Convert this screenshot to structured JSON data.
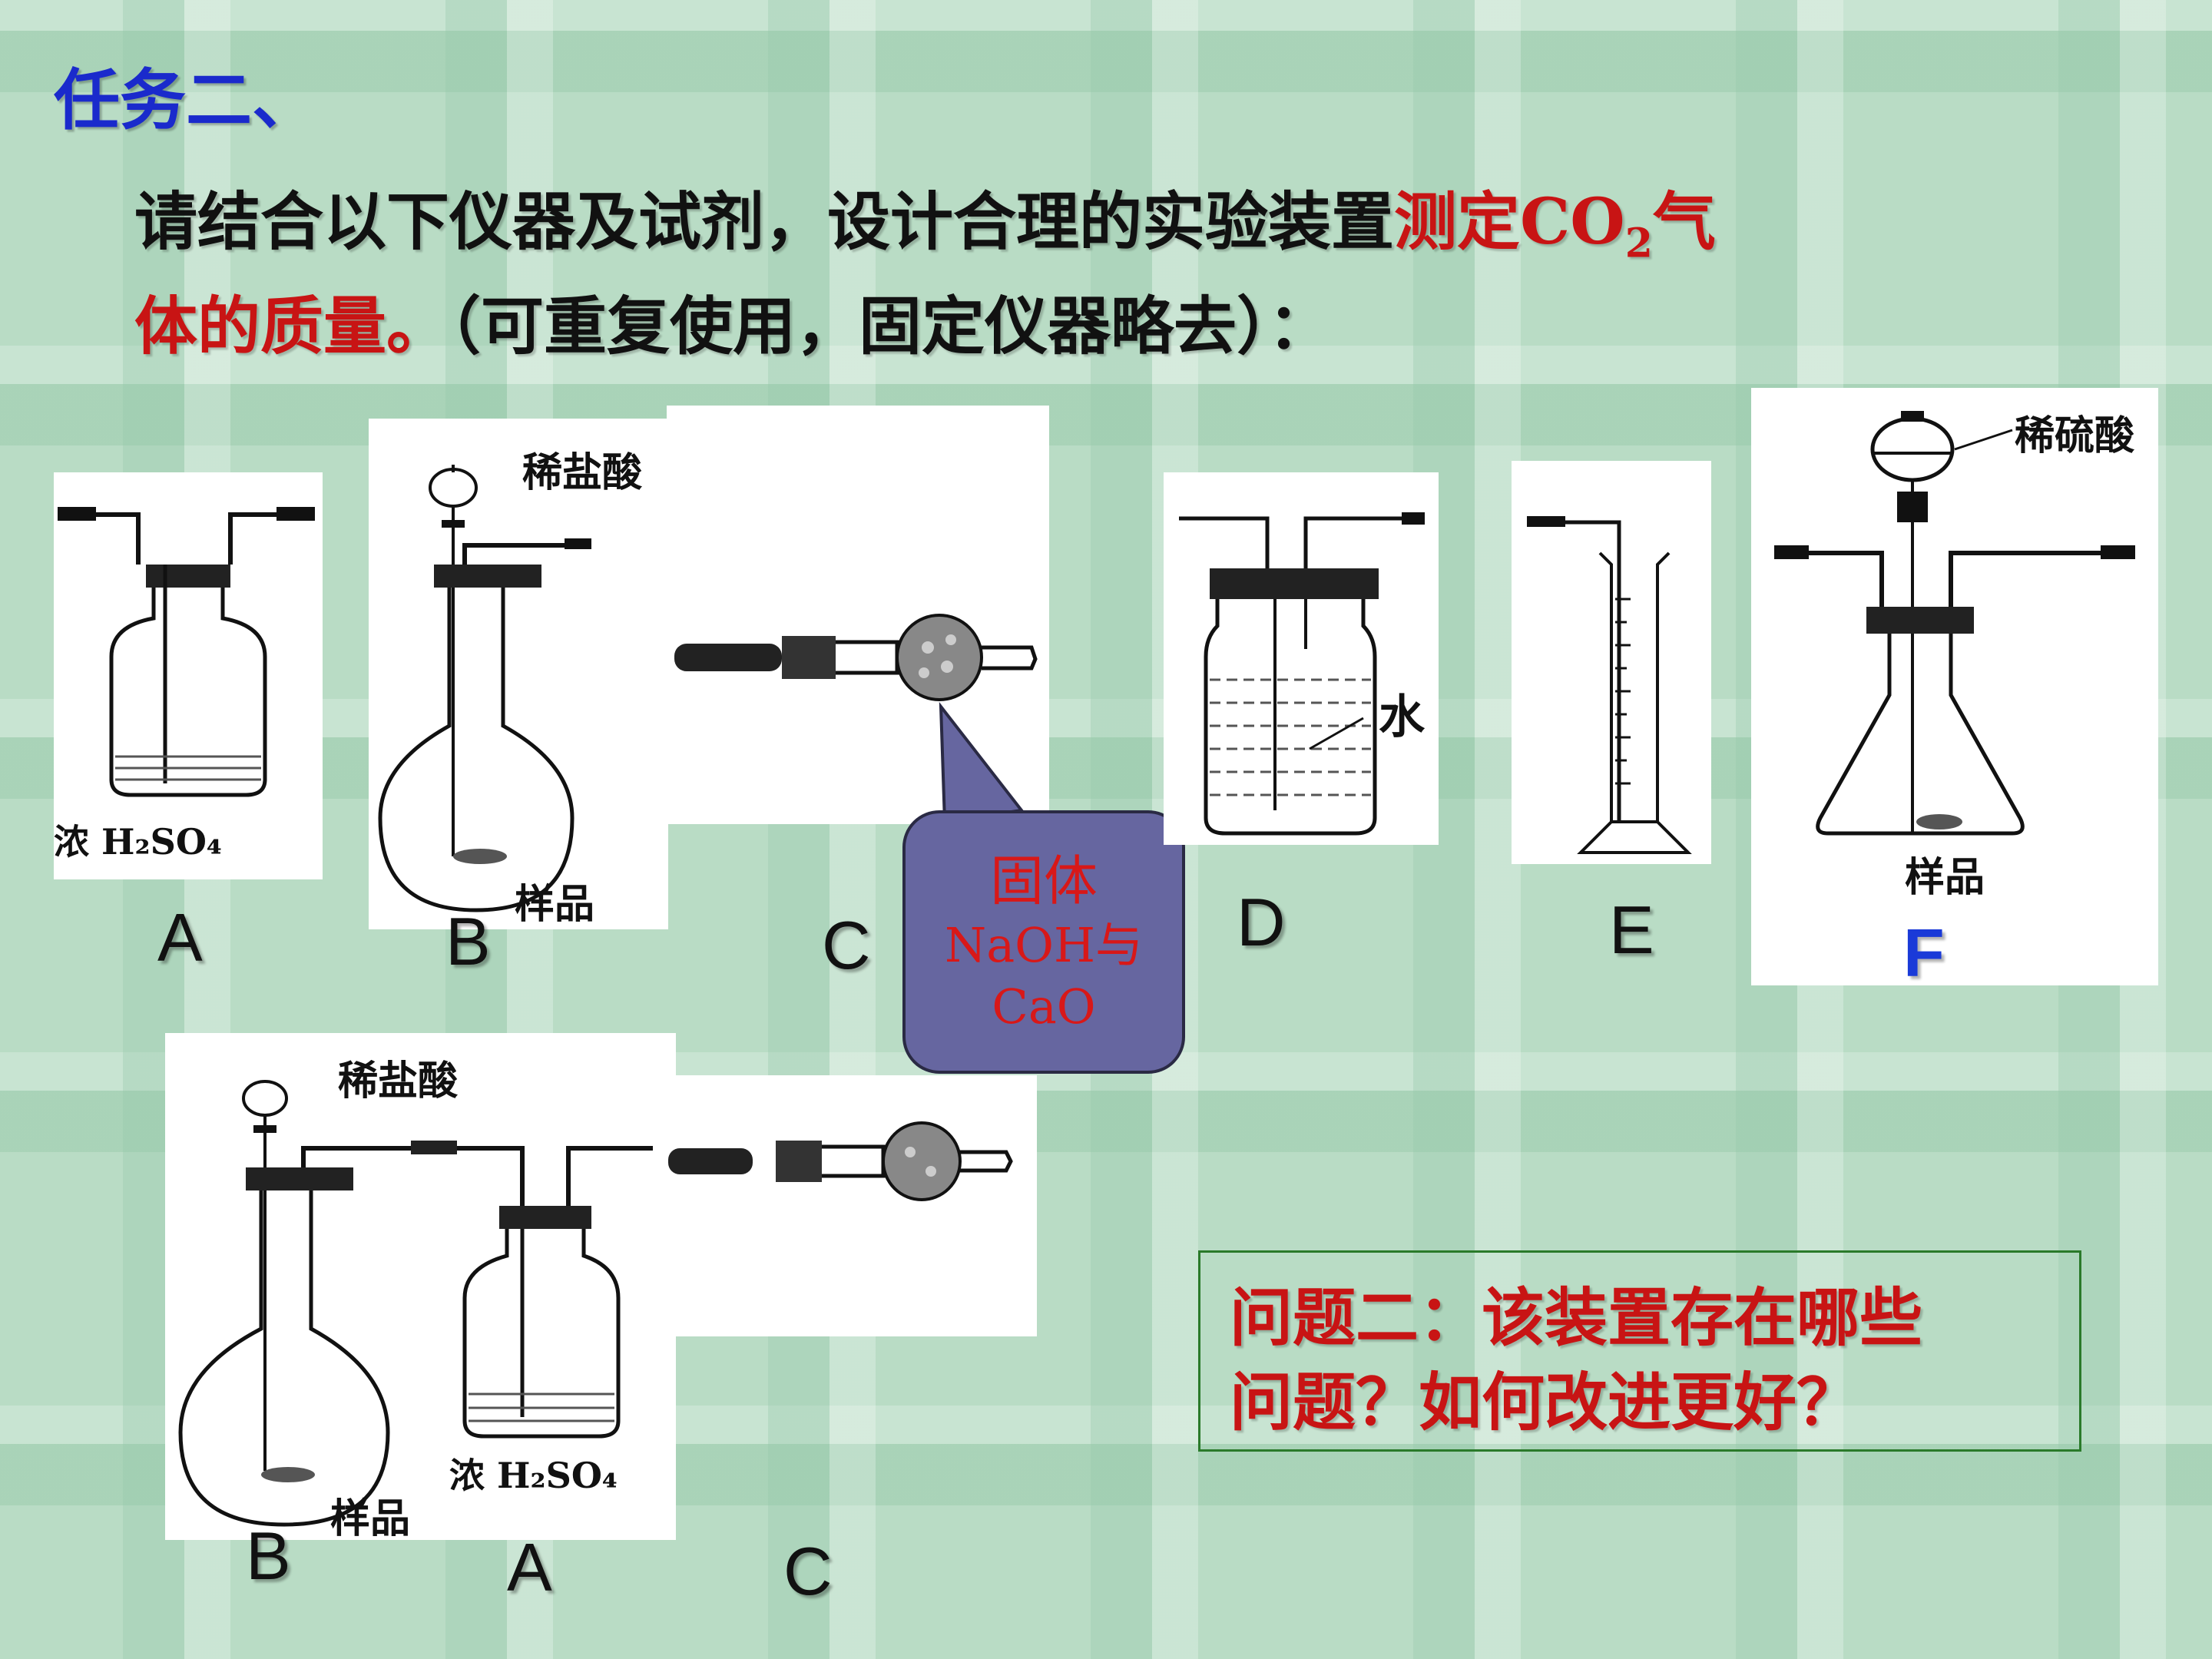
{
  "title": "任务二、",
  "question": {
    "line1_a": "请结合以下仪器及试剂，设计合理的实验装置",
    "line1_red": "测定CO",
    "line1_sub": "2",
    "line1_red2": "气",
    "line2_red": "体的质量。",
    "line2_b": "（可重复使用，固定仪器略去）："
  },
  "apparatus_labels": [
    "A",
    "B",
    "C",
    "D",
    "E",
    "F"
  ],
  "reagents": {
    "a_conc": "浓 H₂SO₄",
    "b_hcl": "稀盐酸",
    "b_sample": "样品",
    "d_water": "水",
    "f_acid": "稀硫酸",
    "f_sample": "样品"
  },
  "bubble": {
    "line1": "固体",
    "line2": "NaOH与",
    "line3": "CaO"
  },
  "setup_labels": [
    "B",
    "A",
    "C"
  ],
  "setup_reagents": {
    "hcl": "稀盐酸",
    "conc": "浓 H₂SO₄",
    "sample": "样品"
  },
  "problem": {
    "line1": "问题二：该装置存在哪些",
    "line2": "问题？如何改进更好？"
  },
  "colors": {
    "title": "#1a2acc",
    "accent_red": "#c81414",
    "label_f": "#1a3ad8",
    "bubble_fill": "#6666a0"
  }
}
